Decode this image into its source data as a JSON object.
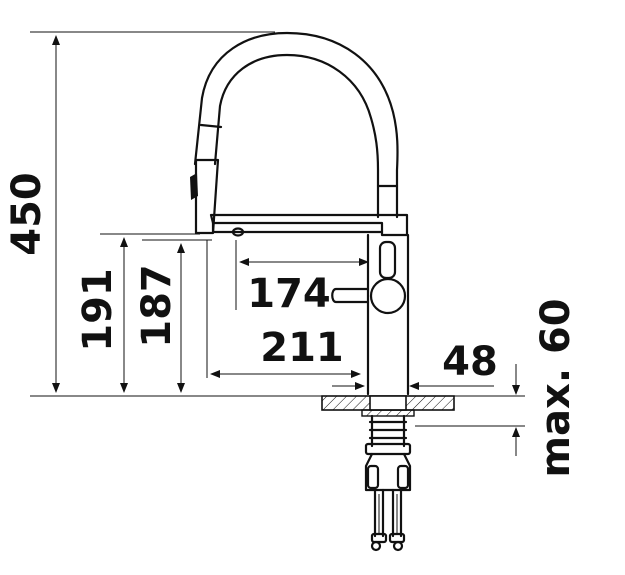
{
  "dimensions": {
    "height_total": "450",
    "spout_height_a": "191",
    "spout_height_b": "187",
    "reach_a": "174",
    "reach_b": "211",
    "base_diameter": "48",
    "counter_thickness": "max. 60"
  },
  "colors": {
    "line": "#111111",
    "background": "#ffffff"
  }
}
